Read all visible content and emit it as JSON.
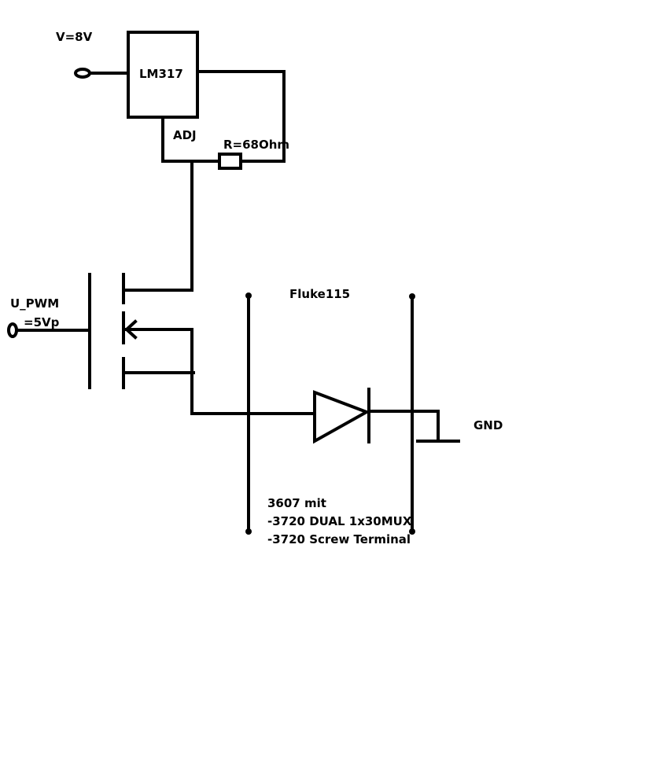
{
  "labels": {
    "supply_voltage": "V=8V",
    "regulator": "LM317",
    "adj_pin": "ADJ",
    "resistor": "R=68Ohm",
    "pwm_input": "U_PWM",
    "pwm_amplitude": "=5Vp",
    "multimeter": "Fluke115",
    "ground": "GND",
    "daq_line1": "3607 mit",
    "daq_line2": "-3720 DUAL 1x30MUX",
    "daq_line3": "-3720 Screw Terminal"
  },
  "colors": {
    "ink": "#000000",
    "background": "#ffffff"
  }
}
